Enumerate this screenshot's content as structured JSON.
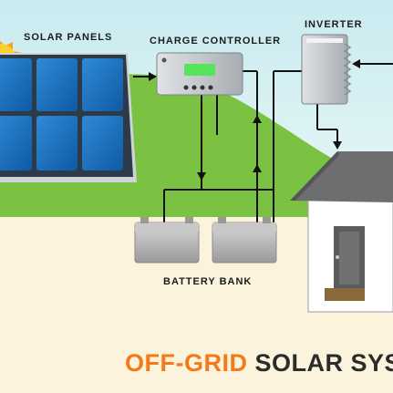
{
  "labels": {
    "solar_panels": "SOLAR PANELS",
    "charge_controller": "CHARGE CONTROLLER",
    "inverter": "INVERTER",
    "battery_bank": "BATTERY BANK"
  },
  "title": {
    "part1": "OFF-GRID",
    "part2": "SOLAR SYST"
  },
  "colors": {
    "sky": "#d4eef2",
    "hill": "#7cc242",
    "ground": "#fbf3dc",
    "panel": "#1a6fbd",
    "title_accent": "#f27a1a",
    "title_dark": "#2b2b2b",
    "controller_display": "#57e35a"
  }
}
